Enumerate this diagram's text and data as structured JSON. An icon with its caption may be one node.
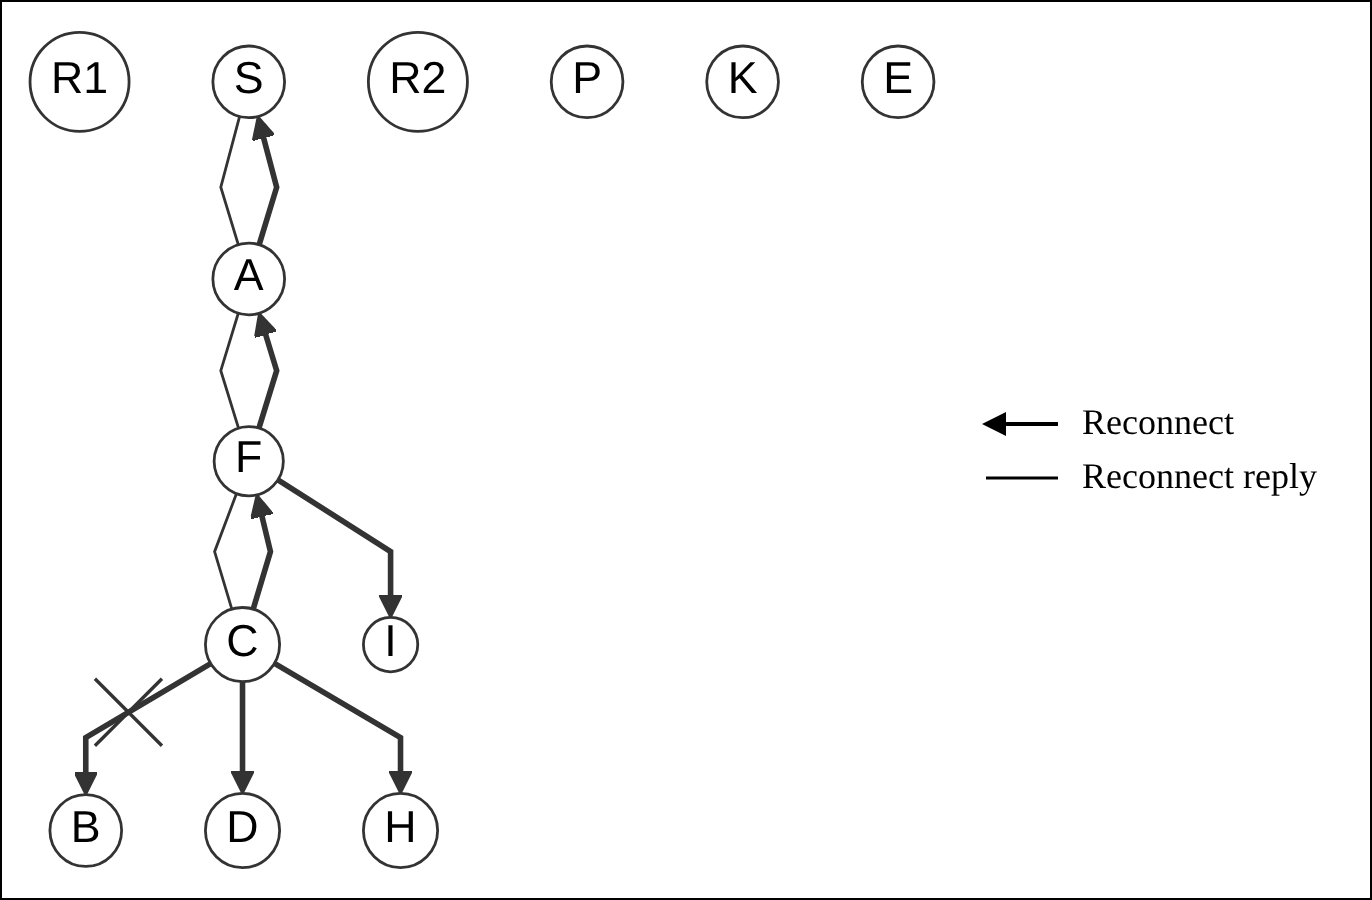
{
  "diagram": {
    "nodes": [
      {
        "text": [
          "B"
        ]
      },
      {
        "text": [
          "R1"
        ]
      },
      {
        "text": [
          "S"
        ]
      },
      {
        "text": [
          "D"
        ]
      },
      {
        "text": [
          "R2"
        ]
      },
      {
        "text": [
          "A"
        ]
      },
      {
        "text": [
          "C"
        ]
      },
      {
        "text": [
          "F"
        ]
      },
      {
        "text": [
          "H"
        ]
      },
      {
        "text": [
          "P"
        ]
      },
      {
        "text": [
          "K"
        ]
      },
      {
        "text": [
          "I"
        ]
      },
      {
        "text": [
          "E"
        ]
      }
    ],
    "edges": [
      {
        "from": 6,
        "to": 0,
        "arrow": "to"
      },
      {
        "from": 6,
        "to": 3,
        "arrow": "to"
      },
      {
        "from": 6,
        "to": 8,
        "arrow": "to"
      },
      {
        "from": 6,
        "to": 7,
        "arrow": "to"
      },
      {
        "from": 7,
        "to": 5,
        "arrow": "to"
      },
      {
        "from": 5,
        "to": 2,
        "arrow": "to"
      },
      {
        "from": 7,
        "to": 11,
        "arrow": "to"
      },
      {
        "from": 2,
        "to": 5,
        "arrow": "none"
      },
      {
        "from": 5,
        "to": 7,
        "arrow": "none"
      },
      {
        "from": 7,
        "to": 6,
        "arrow": "none"
      }
    ],
    "legend": [
      {
        "text": "Reconnect"
      },
      {
        "text": "Reconnect reply"
      }
    ]
  }
}
